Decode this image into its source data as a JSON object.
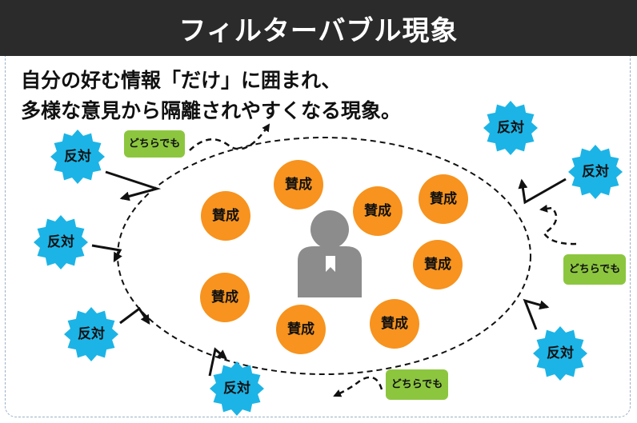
{
  "title": "フィルターバブル現象",
  "description": {
    "line1": "自分の好む情報「だけ」に囲まれ、",
    "line2": "多様な意見から隔離されやすくなる現象。"
  },
  "labels": {
    "agree": "賛成",
    "oppose": "反対",
    "either": "どちらでも"
  },
  "colors": {
    "header_bg": "#2b2b2b",
    "agree_circle": "#f7931e",
    "oppose_badge": "#1cb4e6",
    "either_box": "#8cc63f",
    "person": "#8c8c8c"
  },
  "icons": [
    "person-icon"
  ]
}
